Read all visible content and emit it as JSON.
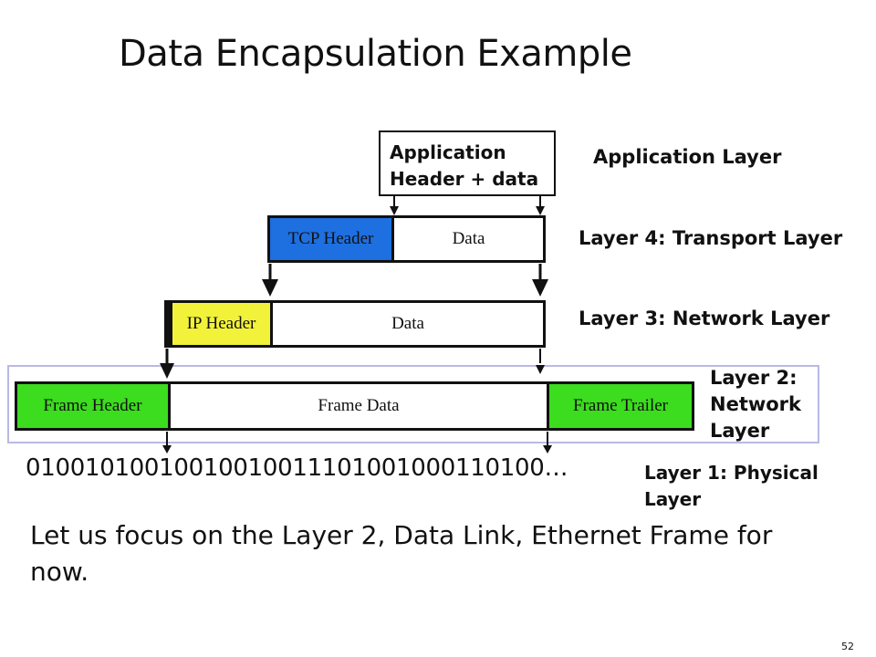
{
  "slide": {
    "title": "Data Encapsulation Example",
    "page_number": "52"
  },
  "app_box": {
    "line1": "Application",
    "line2": "Header + data"
  },
  "layers": {
    "application": "Application Layer",
    "transport": "Layer 4: Transport Layer",
    "network": "Layer 3: Network Layer",
    "datalink_line1": "Layer 2:",
    "datalink_line2": "Network",
    "datalink_line3": "Layer",
    "physical_line1": "Layer 1: Physical",
    "physical_line2": "Layer"
  },
  "tcp_segment": {
    "header": "TCP Header",
    "data": "Data"
  },
  "ip_packet": {
    "header": "IP Header",
    "data": "Data"
  },
  "frame": {
    "header": "Frame Header",
    "data": "Frame Data",
    "trailer": "Frame Trailer"
  },
  "bitstream": "01001010010010010011101001000110100…",
  "footer_text": "Let us focus on the Layer 2, Data Link, Ethernet Frame for now.",
  "colors": {
    "tcp_header": "#1e6fe0",
    "ip_header": "#f2f23a",
    "frame_header": "#3cdc1e",
    "frame_trailer": "#3cdc1e",
    "highlight_border": "#b9b9e6"
  }
}
